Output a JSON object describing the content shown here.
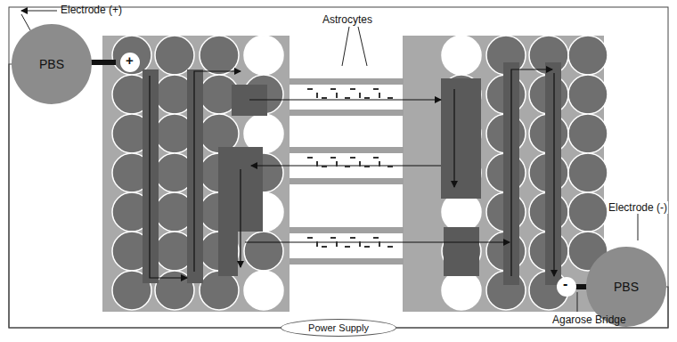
{
  "diagram": {
    "nodes": [
      {
        "text": [
          "PBS"
        ]
      },
      {
        "text": [
          "PBS"
        ]
      },
      {
        "text": [
          "Power Supply"
        ]
      }
    ],
    "edges": [
      {
        "from": 2,
        "to": 0,
        "arrow": "none"
      },
      {
        "from": 2,
        "to": 1,
        "arrow": "none"
      }
    ],
    "labels": [
      "Electrode (+)",
      "+",
      "Astrocytes",
      "Electrode (-)",
      "-",
      "Agarose Bridge"
    ]
  }
}
